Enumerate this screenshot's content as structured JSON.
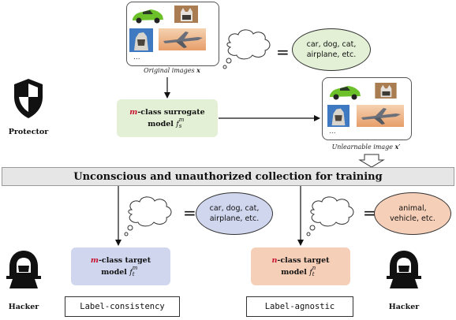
{
  "original_images": {
    "caption": "Original images",
    "var": "x",
    "more": "..."
  },
  "unlearnable_images": {
    "caption": "Unlearnable image",
    "var": "x′",
    "more": "..."
  },
  "top_thought": {
    "classes": "car, dog, cat, airplane, etc."
  },
  "surrogate": {
    "prefix": "m",
    "line1": "-class  surrogate",
    "line2": "model",
    "func": "f",
    "sup": "m",
    "sub": "s"
  },
  "protector": {
    "label": "Protector"
  },
  "banner": {
    "text": "Unconscious and unauthorized collection for training"
  },
  "left_thought": {
    "classes": "car, dog, cat, airplane, etc."
  },
  "right_thought": {
    "classes": "animal, vehicle, etc."
  },
  "target_m": {
    "prefix": "m",
    "line1": "-class target",
    "line2": "model",
    "func": "f",
    "sup": "m",
    "sub": "t"
  },
  "target_n": {
    "prefix": "n",
    "line1": "-class target",
    "line2": "model",
    "func": "f",
    "sup": "n",
    "sub": "t"
  },
  "label_consistency": "Label-consistency",
  "label_agnostic": "Label-agnostic",
  "hacker_left": {
    "label": "Hacker"
  },
  "hacker_right": {
    "label": "Hacker"
  },
  "equals": "=",
  "colors": {
    "surrogate_fill": "#e3f0d6",
    "target_m_fill": "#cfd6ee",
    "target_n_fill": "#f6cfb8",
    "top_ellipse_fill": "#e3f0d6",
    "left_ellipse_fill": "#cfd6ee",
    "right_ellipse_fill": "#f6cfb8",
    "accent_red": "#c8102e"
  },
  "icons": [
    "shield-icon",
    "hacker-icon",
    "thought-cloud-icon",
    "car-photo",
    "cat-photo",
    "dog-photo",
    "airplane-photo"
  ]
}
